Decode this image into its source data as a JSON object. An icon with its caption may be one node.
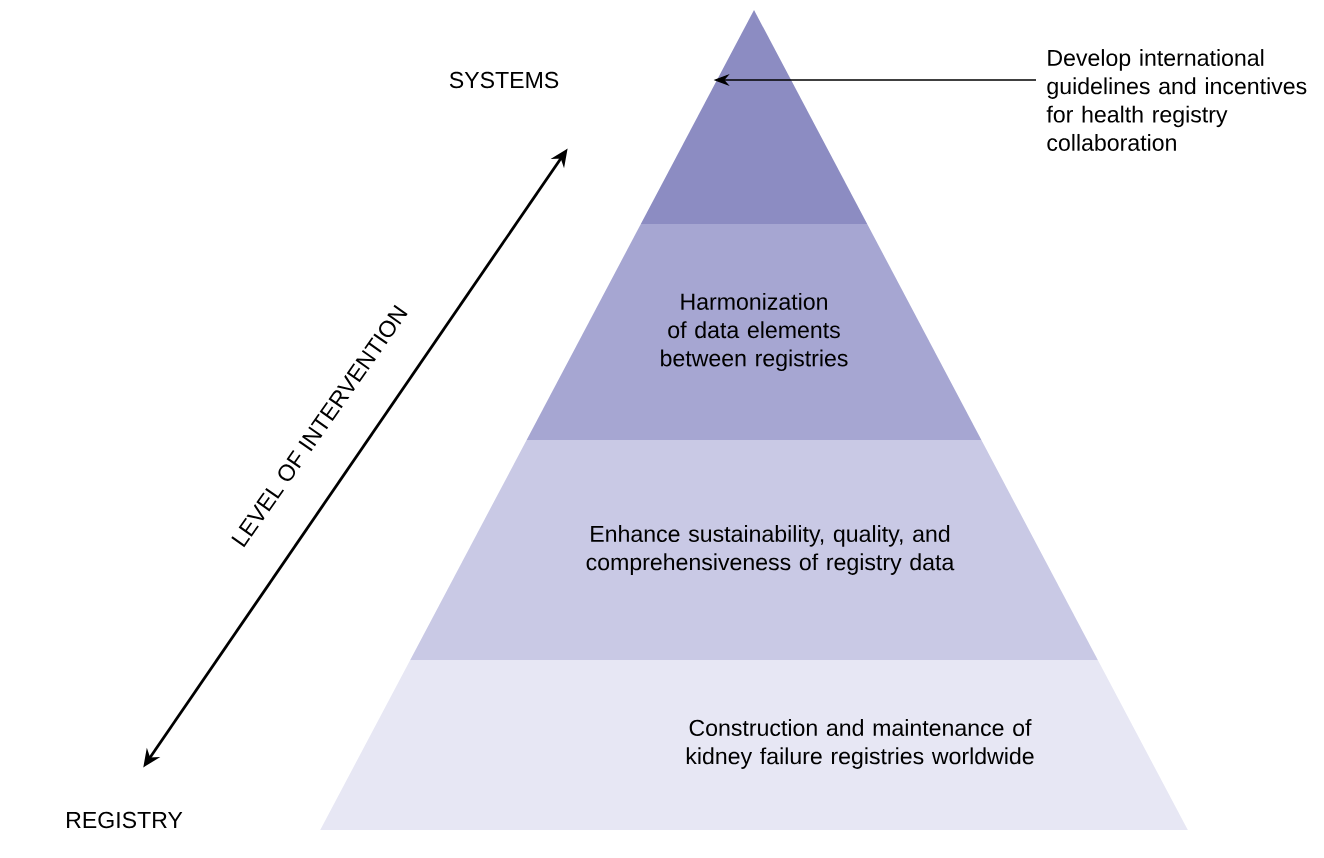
{
  "diagram": {
    "nodes": [
      {
        "text": [
          "SYSTEMS"
        ]
      },
      {
        "text": [],
        "shape": "triangle"
      },
      {
        "text": [
          "Develop international guidelines and incentives for health registry collaboration"
        ]
      },
      {
        "text": [
          "Harmonization of data elements between registries"
        ]
      },
      {
        "text": [
          "Enhance sustainability, quality, and comprehensiveness of registry data"
        ]
      },
      {
        "text": [
          "Construction and maintenance of kidney failure registries worldwide"
        ]
      },
      {
        "text": [
          "REGISTRY"
        ]
      }
    ],
    "edges": [
      {
        "from": 2,
        "to": 1,
        "arrow": "to"
      },
      {
        "from": 0,
        "to": 6,
        "arrow": "both",
        "label": "LEVEL OF INTERVENTION"
      }
    ]
  }
}
